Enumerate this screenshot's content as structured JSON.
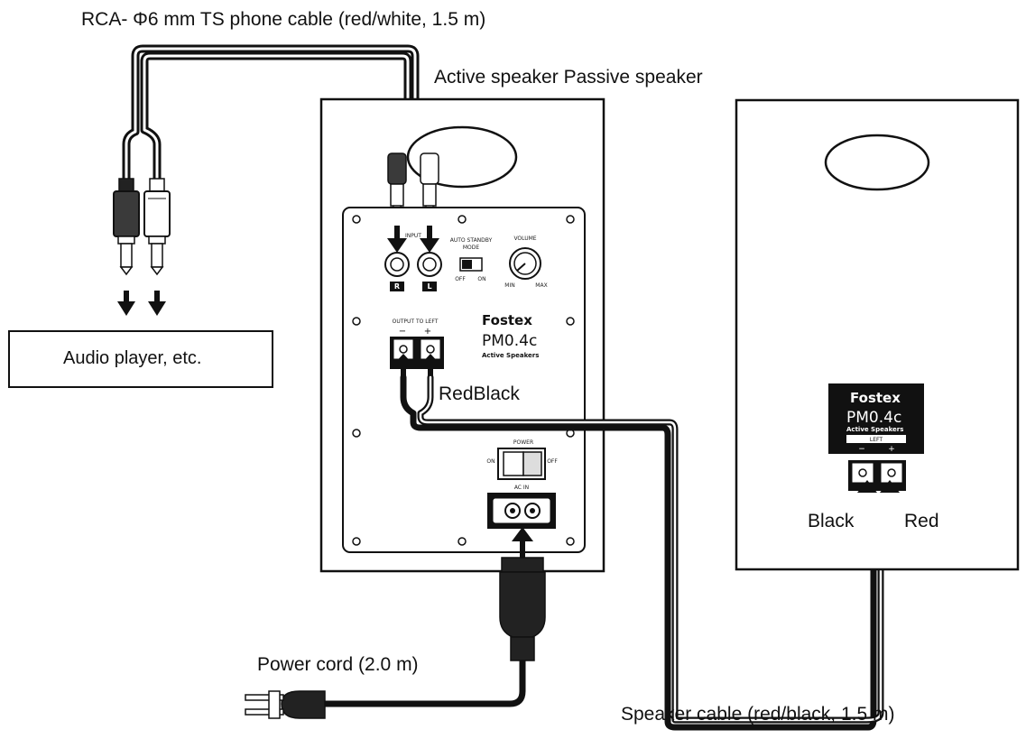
{
  "labels": {
    "phone_cable": "RCA- Φ6 mm TS phone cable (red/white, 1.5 m)",
    "speakers_heading": "Active speaker Passive speaker",
    "audio_player": "Audio player, etc.",
    "red_black": "RedBlack",
    "black": "Black",
    "red": "Red",
    "power_cord": "Power cord (2.0 m)",
    "speaker_cable": "Speaker cable (red/black, 1.5 m)"
  },
  "active_panel": {
    "input_label": "INPUT",
    "input_r": "R",
    "input_l": "L",
    "standby_label_1": "AUTO STANDBY",
    "standby_label_2": "MODE",
    "standby_off": "OFF",
    "standby_on": "ON",
    "volume_label": "VOLUME",
    "volume_min": "MIN",
    "volume_max": "MAX",
    "output_label": "OUTPUT TO LEFT",
    "minus": "−",
    "plus": "+",
    "brand": "Fostex",
    "model": "PM0.4c",
    "subtitle": "Active Speakers",
    "power_label": "POWER",
    "power_on": "ON",
    "power_off": "OFF",
    "ac_in": "AC IN"
  },
  "passive_panel": {
    "brand": "Fostex",
    "model": "PM0.4c",
    "subtitle": "Active Speakers",
    "left": "LEFT",
    "minus": "−",
    "plus": "+"
  }
}
